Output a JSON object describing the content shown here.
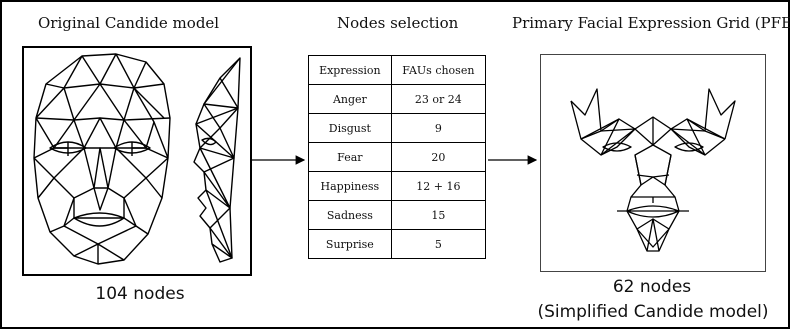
{
  "panels": {
    "original": {
      "title": "Original Candide model",
      "caption": "104 nodes"
    },
    "selection": {
      "title": "Nodes selection"
    },
    "pfeg": {
      "title": "Primary Facial Expression Grid (PFEG)",
      "caption_line1": "62 nodes",
      "caption_line2": "(Simplified Candide model)"
    }
  },
  "table": {
    "headers": [
      "Expression",
      "FAUs chosen"
    ],
    "rows": [
      [
        "Anger",
        "23 or 24"
      ],
      [
        "Disgust",
        "9"
      ],
      [
        "Fear",
        "20"
      ],
      [
        "Happiness",
        "12 + 16"
      ],
      [
        "Sadness",
        "15"
      ],
      [
        "Surprise",
        "5"
      ]
    ]
  }
}
